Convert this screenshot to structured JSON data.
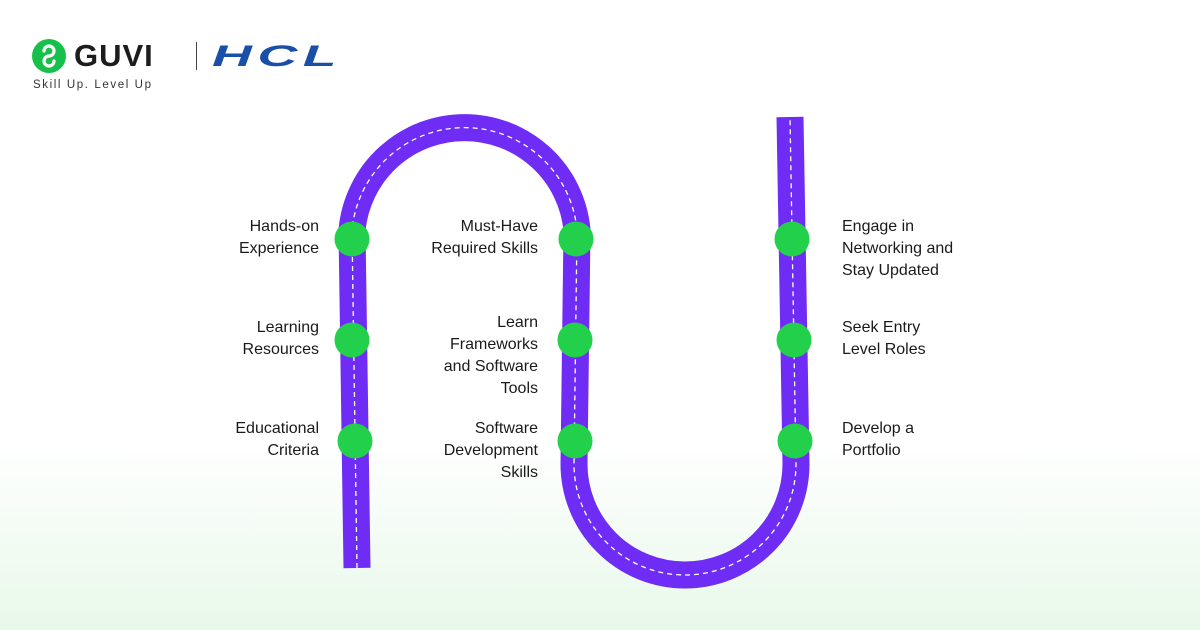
{
  "brand": {
    "guvi_name": "GUVI",
    "hcl_name": "HCL",
    "tagline": "Skill Up. Level Up",
    "colors": {
      "guvi_green": "#17c04a",
      "hcl_blue": "#1a4fa8"
    }
  },
  "roadmap": {
    "colors": {
      "road": "#6f2cf5",
      "milestone": "#22d04b",
      "dashes": "#ffffff"
    },
    "milestones": [
      {
        "id": "hands-on",
        "label": "Hands-on\nExperience"
      },
      {
        "id": "learning-resources",
        "label": "Learning\nResources"
      },
      {
        "id": "educational-criteria",
        "label": "Educational\nCriteria"
      },
      {
        "id": "must-have-skills",
        "label": "Must-Have\nRequired Skills"
      },
      {
        "id": "frameworks",
        "label": "Learn \nFrameworks\nand Software\nTools"
      },
      {
        "id": "software-dev-skills",
        "label": "Software \nDevelopment\nSkills"
      },
      {
        "id": "networking",
        "label": "Engage in\nNetworking and\nStay Updated"
      },
      {
        "id": "entry-level",
        "label": "Seek Entry\nLevel Roles"
      },
      {
        "id": "portfolio",
        "label": "Develop a\nPortfolio"
      }
    ]
  }
}
